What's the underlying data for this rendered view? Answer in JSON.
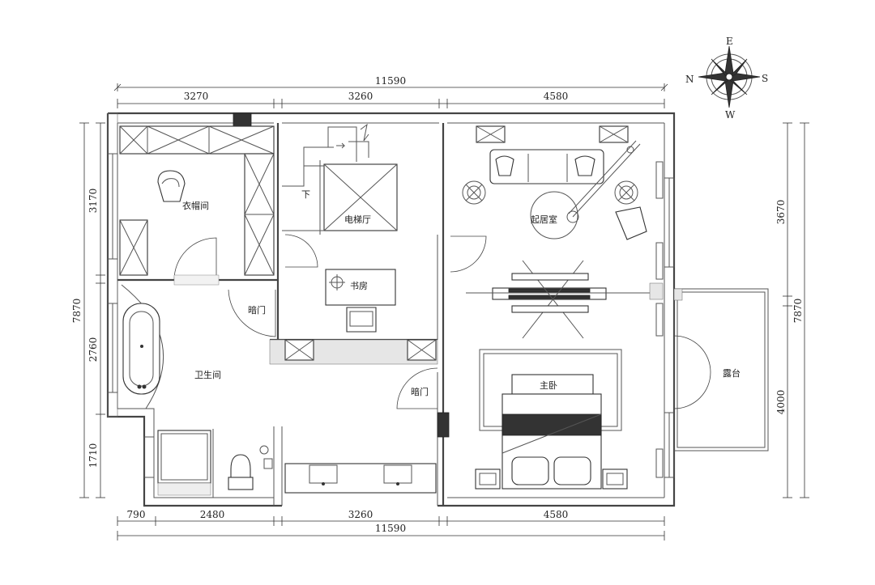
{
  "dimensions": {
    "top_total": "11590",
    "top_a": "3270",
    "top_b": "3260",
    "top_c": "4580",
    "bottom_a": "790",
    "bottom_b": "2480",
    "bottom_c": "3260",
    "bottom_d": "4580",
    "bottom_total": "11590",
    "left_total": "7870",
    "left_a": "3170",
    "left_b": "2760",
    "left_c": "1710",
    "right_a": "3670",
    "right_b": "4000",
    "right_total": "7870"
  },
  "rooms": {
    "closet": "衣帽间",
    "elevator_hall": "电梯厅",
    "down": "下",
    "study": "书房",
    "hidden_door_1": "暗门",
    "hidden_door_2": "暗门",
    "bathroom": "卫生间",
    "living": "起居室",
    "master_bedroom": "主卧",
    "terrace": "露台"
  },
  "compass": {
    "north": "N",
    "south": "S",
    "east": "E",
    "west": "W"
  }
}
